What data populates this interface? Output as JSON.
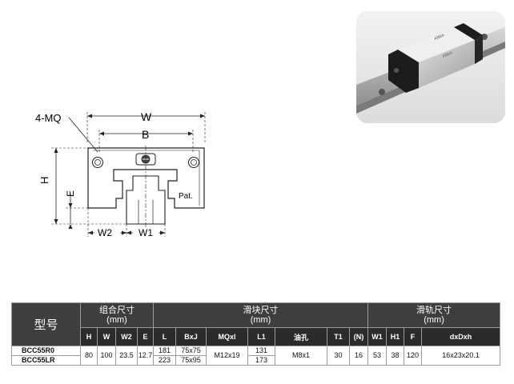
{
  "drawing": {
    "labels": {
      "mq": "4-MQ",
      "w": "W",
      "b": "B",
      "h": "H",
      "e": "E",
      "w1": "W1",
      "w2": "W2",
      "pat": "Pat."
    }
  },
  "photo": {
    "block_marking": "ABBA",
    "carriage_marking": "ABBA"
  },
  "table": {
    "model_header": "型号",
    "groups": {
      "assembly": {
        "title": "组合尺寸",
        "unit": "(mm)"
      },
      "block": {
        "title": "滑块尺寸",
        "unit": "(mm)"
      },
      "rail": {
        "title": "滑轨尺寸",
        "unit": "(mm)"
      }
    },
    "columns": [
      "H",
      "W",
      "W2",
      "E",
      "L",
      "BxJ",
      "MQxl",
      "L1",
      "油孔",
      "T1",
      "(N)",
      "W1",
      "H1",
      "F",
      "dxDxh"
    ],
    "rows": [
      {
        "model": "BCC55R0",
        "L": "181",
        "BxJ": "75x75",
        "L1": "131"
      },
      {
        "model": "BCC55LR",
        "L": "223",
        "BxJ": "75x95",
        "L1": "173"
      }
    ],
    "shared": {
      "H": "80",
      "W": "100",
      "W2": "23.5",
      "E": "12.7",
      "MQxl": "M12x19",
      "oil": "M8x1",
      "T1": "30",
      "N": "16",
      "W1": "53",
      "H1": "38",
      "F": "120",
      "dxDxh": "16x23x20.1"
    }
  }
}
